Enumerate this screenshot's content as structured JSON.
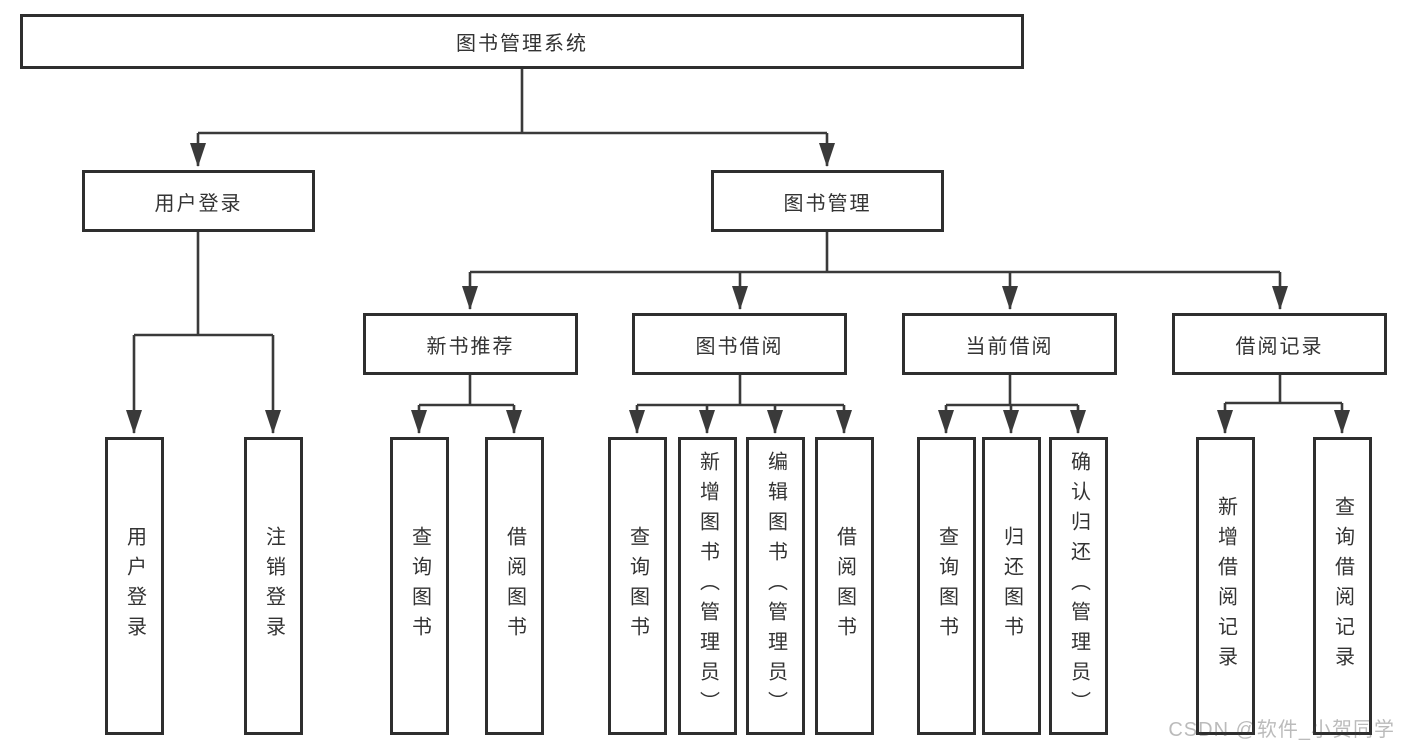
{
  "diagram": {
    "type": "tree",
    "tree": {
      "label": "图书管理系统",
      "children": [
        {
          "label": "用户登录",
          "children": [
            {
              "label": "用户登录"
            },
            {
              "label": "注销登录"
            }
          ]
        },
        {
          "label": "图书管理",
          "children": [
            {
              "label": "新书推荐",
              "children": [
                {
                  "label": "查询图书"
                },
                {
                  "label": "借阅图书"
                }
              ]
            },
            {
              "label": "图书借阅",
              "children": [
                {
                  "label": "查询图书"
                },
                {
                  "label": "新增图书（管理员）"
                },
                {
                  "label": "编辑图书（管理员）"
                },
                {
                  "label": "借阅图书"
                }
              ]
            },
            {
              "label": "当前借阅",
              "children": [
                {
                  "label": "查询图书"
                },
                {
                  "label": "归还图书"
                },
                {
                  "label": "确认归还（管理员）"
                }
              ]
            },
            {
              "label": "借阅记录",
              "children": [
                {
                  "label": "新增借阅记录"
                },
                {
                  "label": "查询借阅记录"
                }
              ]
            }
          ]
        }
      ]
    },
    "colors": {
      "line": "#3a3a3a",
      "box_border": "#2e2e2e",
      "text": "#333333",
      "background": "#ffffff"
    }
  },
  "watermark": "CSDN @软件_小贺同学"
}
